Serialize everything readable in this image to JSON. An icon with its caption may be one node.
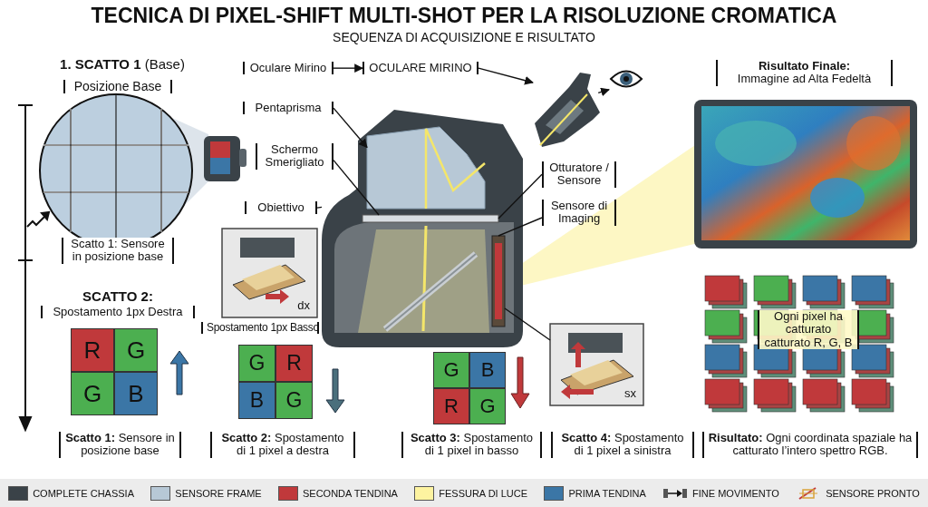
{
  "diagram": {
    "title": "TECNICA DI PIXEL-SHIFT MULTI-SHOT PER LA RISOLUZIONE CROMATICA",
    "nodes": [
      {
        "text": [
          "Oculare Mirino"
        ]
      },
      {
        "text": [
          "OCULARE MIRINO"
        ]
      },
      {
        "text": [],
        "shape": "picture"
      },
      {
        "text": [
          "Pentaprisma"
        ]
      },
      {
        "text": [],
        "shape": "picture",
        "in": 8
      },
      {
        "text": [
          "Schermo Smerigliato"
        ]
      },
      {
        "text": [],
        "shape": "bar",
        "in": 8
      },
      {
        "text": [
          "Obiettivo"
        ]
      },
      {
        "text": [],
        "shape": "picture"
      },
      {
        "text": [
          "Otturatore / Sensore"
        ]
      },
      {
        "text": [
          "Sensore di Imaging"
        ]
      },
      {
        "text": [],
        "shape": "bar",
        "in": 8
      },
      {
        "text": [],
        "shape": "picture"
      },
      {
        "text": [
          "dx"
        ]
      },
      {
        "text": [
          "sx"
        ]
      }
    ],
    "edges": [
      {
        "from": 0,
        "to": 1,
        "arrow": "to"
      },
      {
        "from": 1,
        "to": 2,
        "arrow": "to"
      },
      {
        "from": 3,
        "to": 4,
        "arrow": "to"
      },
      {
        "from": 5,
        "to": 6,
        "arrow": "none"
      },
      {
        "from": 7,
        "to": 8,
        "arrow": "none"
      },
      {
        "from": 9,
        "to": 6,
        "arrow": "none"
      },
      {
        "from": 10,
        "to": 11,
        "arrow": "none"
      },
      {
        "from": 14,
        "to": 11,
        "arrow": "none"
      },
      {
        "from": 2,
        "to": 12,
        "arrow": "to"
      }
    ],
    "labels": [
      "SEQUENZA DI ACQUISIZIONE E RISULTATO",
      "**1. SCATTO 1** (Base)",
      "Posizione Base",
      "**Risultato Finale:** Immagine ad Alta Fedeltà",
      "Scatto 1: Sensore in posizione base",
      "SCATTO 2:",
      "Spostamento 1px Destra",
      "Spostamento 1px Basso",
      "R",
      "G",
      "G",
      "B",
      "G",
      "R",
      "B",
      "G",
      "G",
      "B",
      "R",
      "G",
      "Ogni pixel ha catturato catturato R, G, B",
      "**Scatto 1:** Sensore in posizione base",
      "**Scatto 2:** Spostamento di 1 pixel a destra",
      "**Scatto 3:** Spostamento di 1 pixel in basso",
      "**Scatto 4:** Spostamento di 1 pixel a sinistra",
      "**Risultato:** Ogni coordinata spaziale ha catturato l’intero spettro RGB."
    ],
    "legend": [
      {
        "text": "COMPLETE CHASSIA",
        "color": "#3a4248"
      },
      {
        "text": "SENSORE FRAME",
        "color": "#b7c8d6"
      },
      {
        "text": "SECONDA TENDINA",
        "color": "#c0393b"
      },
      {
        "text": "FESSURA DI LUCE",
        "color": "#fdf3a0"
      },
      {
        "text": "PRIMA TENDINA",
        "color": "#3b76a6"
      },
      {
        "text": "FINE MOVIMENTO"
      },
      {
        "text": "SENSORE PRONTO"
      }
    ]
  }
}
